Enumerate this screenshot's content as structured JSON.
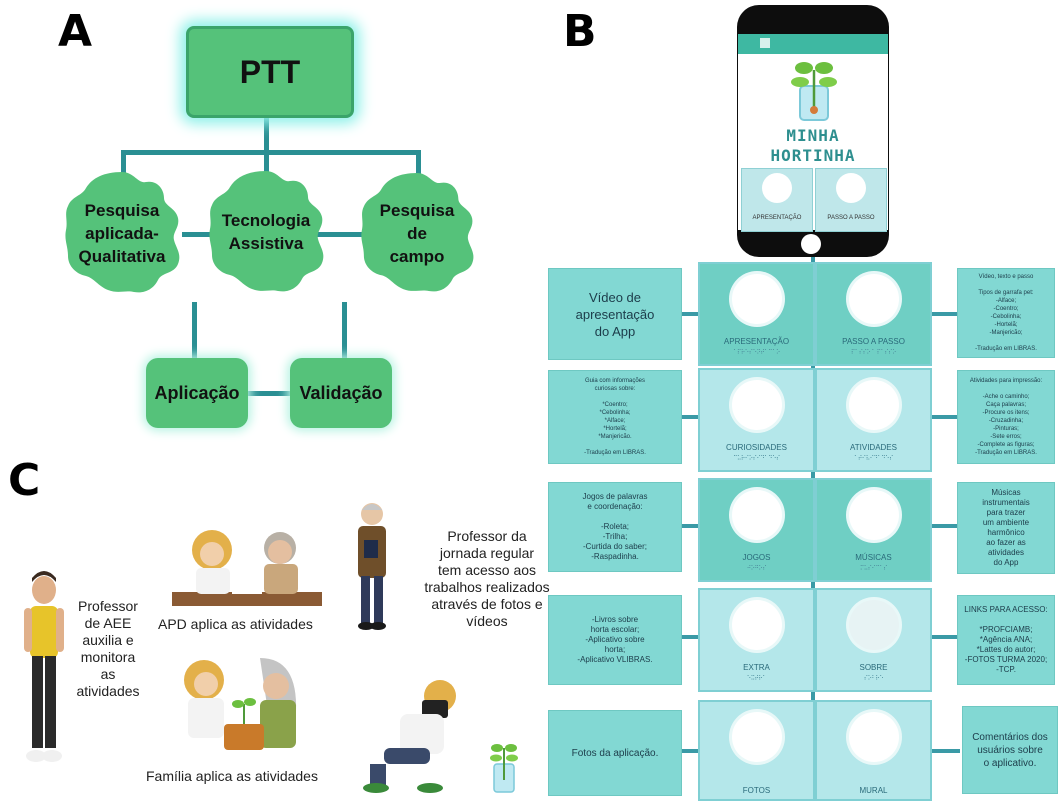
{
  "panels": {
    "a": "A",
    "b": "B",
    "c": "C"
  },
  "panel_a": {
    "root": "PTT",
    "nodes": [
      [
        "Pesquisa",
        "aplicada-",
        "Qualitativa"
      ],
      [
        "Tecnologia",
        "Assistiva"
      ],
      [
        "Pesquisa",
        "de",
        "campo"
      ]
    ],
    "bottom": [
      "Aplicação",
      "Validação"
    ],
    "colors": {
      "green": "#55c27a",
      "line": "#2a8f93",
      "glow": "#8ff1e9"
    }
  },
  "panel_b": {
    "phone": {
      "title_1": "MINHA",
      "title_2": "HORTINHA",
      "cards": [
        "APRESENTAÇÃO",
        "PASSO A PASSO"
      ]
    },
    "rows": [
      {
        "left": [
          "Vídeo de",
          "apresentação",
          "do App"
        ],
        "cards": [
          "APRESENTAÇÃO",
          "PASSO A PASSO"
        ],
        "right": [
          "Vídeo, texto e passo",
          "",
          "Tipos de garrafa pet:",
          "-Alface;",
          "-Coentro;",
          "-Cebolinha;",
          "-Hortelã;",
          "-Manjericão;",
          "",
          "-Tradução em LIBRAS."
        ]
      },
      {
        "left": [
          "Guia com informações",
          "curiosas sobre:",
          "",
          "*Coentro;",
          "*Cebolinha;",
          "*Alface;",
          "*Hortelã;",
          "*Manjericão.",
          "",
          "-Tradução em LIBRAS."
        ],
        "cards": [
          "CURIOSIDADES",
          "ATIVIDADES"
        ],
        "right": [
          "Atividades para impressão:",
          "",
          "-Ache o caminho;",
          "Caça palavras;",
          "-Procure os itens;",
          "-Cruzadinha;",
          "-Pinturas;",
          "-Sete erros;",
          "-Complete as figuras;",
          "-Tradução em LIBRAS."
        ]
      },
      {
        "left": [
          "Jogos de palavras",
          "e coordenação:",
          "",
          "-Roleta;",
          "-Trilha;",
          "-Curtida do saber;",
          "-Raspadinha."
        ],
        "cards": [
          "JOGOS",
          "MÚSICAS"
        ],
        "right": [
          "Músicas",
          "instrumentais",
          "para trazer",
          "um ambiente",
          "harmônico",
          "ao fazer as",
          "atividades",
          "do App"
        ]
      },
      {
        "left": [
          "-Livros sobre",
          "horta escolar;",
          "-Aplicativo sobre",
          "horta;",
          "-Aplicativo VLIBRAS."
        ],
        "cards": [
          "EXTRA",
          "SOBRE"
        ],
        "right": [
          "LINKS PARA ACESSO:",
          "",
          "*PROFCIAMB;",
          "*Agência ANA;",
          "*Lattes do autor;",
          "-FOTOS TURMA 2020;",
          "-TCP."
        ]
      },
      {
        "left": [
          "Fotos da aplicação."
        ],
        "cards": [
          "FOTOS",
          "MURAL"
        ],
        "right": [
          "Comentários dos",
          "usuários sobre",
          "o aplicativo."
        ]
      }
    ],
    "colors": {
      "box": "#82d8d3",
      "card": "#b4e7ea",
      "line": "#3a9aa6"
    }
  },
  "panel_c": {
    "aee": [
      "Professor",
      "de AEE",
      "auxilia e",
      "monitora",
      "as",
      "atividades"
    ],
    "apd": "APD aplica as atividades",
    "regular": [
      "Professor da",
      "jornada regular",
      "tem acesso aos",
      "trabalhos realizados",
      "através de fotos e",
      "vídeos"
    ],
    "familia": "Família aplica as atividades"
  }
}
